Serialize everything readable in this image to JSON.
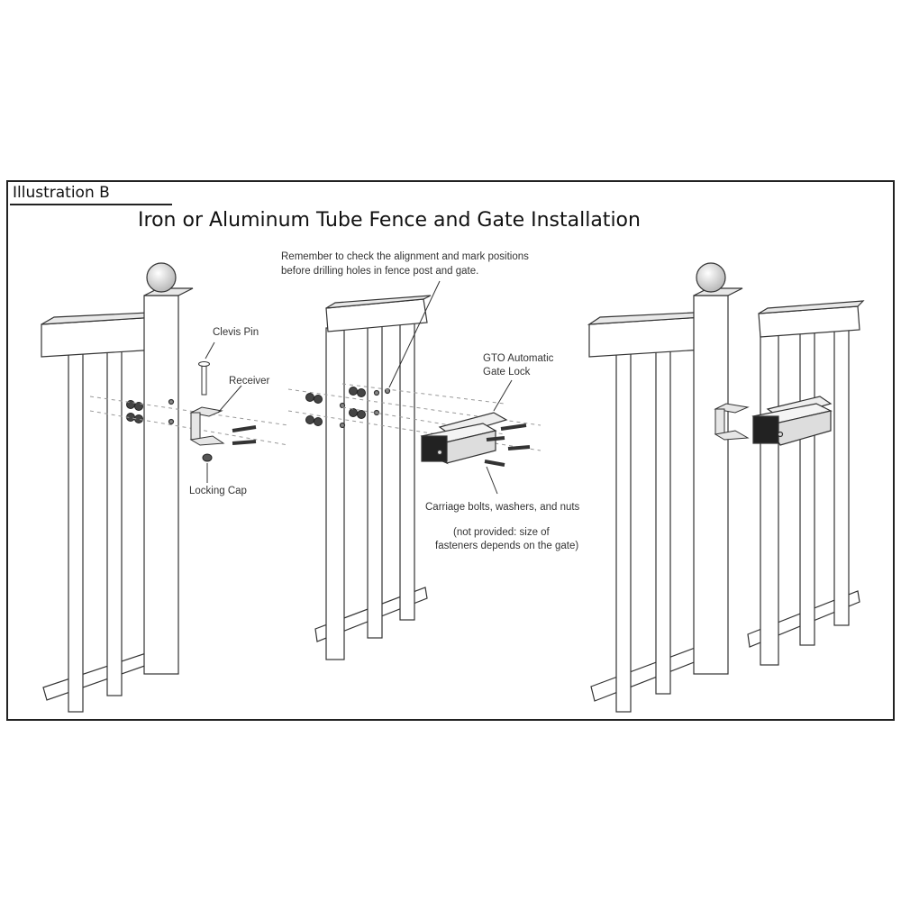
{
  "illustration_tag": "Illustration B",
  "title": "Iron or Aluminum Tube Fence and Gate Installation",
  "notes": {
    "alignment_line1": "Remember to check the alignment and mark positions",
    "alignment_line2": "before drilling holes in fence post and gate.",
    "clevis_pin": "Clevis Pin",
    "receiver": "Receiver",
    "locking_cap": "Locking Cap",
    "gate_lock_line1": "GTO Automatic",
    "gate_lock_line2": "Gate Lock",
    "carriage_bolts": "Carriage bolts, washers, and nuts",
    "not_provided_line1": "(not provided: size of",
    "not_provided_line2": "fasteners depends on the gate)"
  }
}
